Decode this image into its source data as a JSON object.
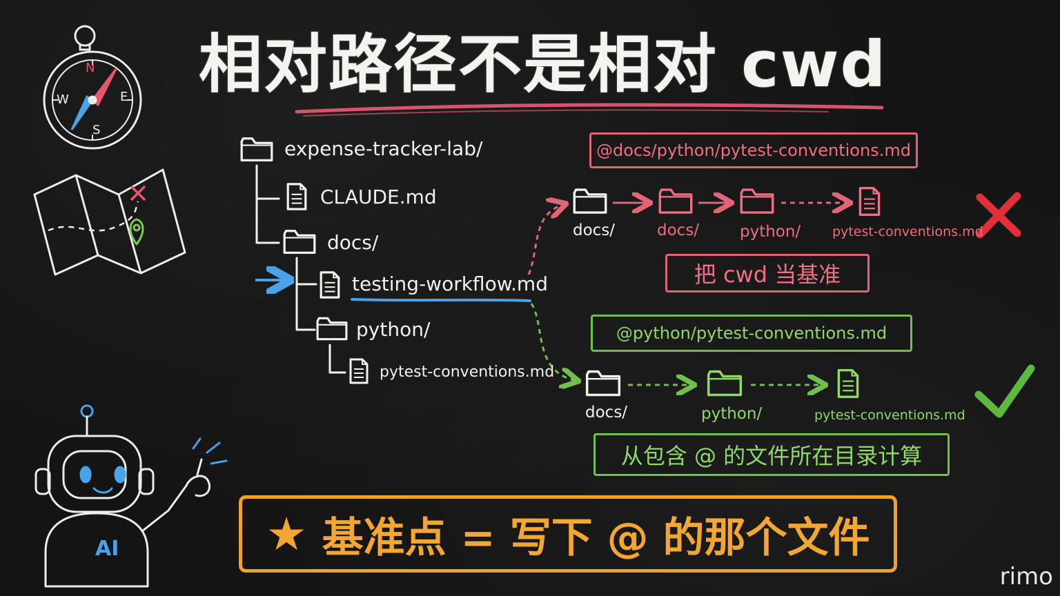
{
  "title": "相对路径不是相对 cwd",
  "tree": {
    "root": "expense-tracker-lab/",
    "claude": "CLAUDE.md",
    "docs": "docs/",
    "testing": "testing-workflow.md",
    "python": "python/",
    "pytest": "pytest-conventions.md"
  },
  "wrong": {
    "path": "@docs/python/pytest-conventions.md",
    "flow": [
      "docs/",
      "docs/",
      "python/",
      "pytest-conventions.md"
    ],
    "note": "把 cwd 当基准"
  },
  "right": {
    "path": "@python/pytest-conventions.md",
    "flow": [
      "docs/",
      "python/",
      "pytest-conventions.md"
    ],
    "note": "从包含 @ 的文件所在目录计算"
  },
  "banner": "基准点 = 写下 @ 的那个文件",
  "ai_label": "AI",
  "compass": {
    "n": "N",
    "s": "S",
    "e": "E",
    "w": "W"
  },
  "signature": "rimo",
  "colors": {
    "red": "#e26577",
    "green": "#6fc04d",
    "blue": "#4aa3e8",
    "orange": "#f0a12c"
  }
}
